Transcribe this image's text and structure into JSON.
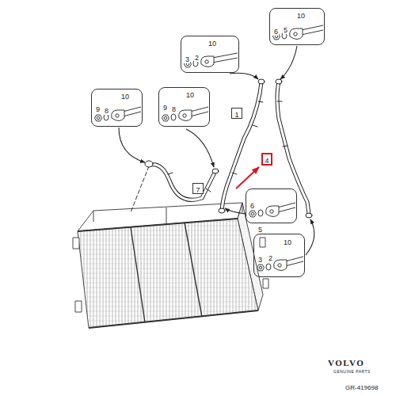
{
  "diagram": {
    "nodes": [
      {
        "text": [
          "10",
          "6",
          "5"
        ]
      },
      {
        "text": [
          "10",
          "3",
          "2"
        ]
      },
      {
        "text": [
          "10",
          "9",
          "8"
        ]
      },
      {
        "text": [
          "10",
          "9",
          "8"
        ]
      },
      {
        "text": [
          "1"
        ]
      },
      {
        "text": [
          "4"
        ]
      },
      {
        "text": [
          "6",
          "5"
        ]
      },
      {
        "text": [
          "7"
        ]
      },
      {
        "text": [
          "10",
          "3",
          "2"
        ]
      }
    ],
    "labels": [
      "VOLVO",
      "GENUINE PARTS",
      "GR-419698"
    ]
  }
}
